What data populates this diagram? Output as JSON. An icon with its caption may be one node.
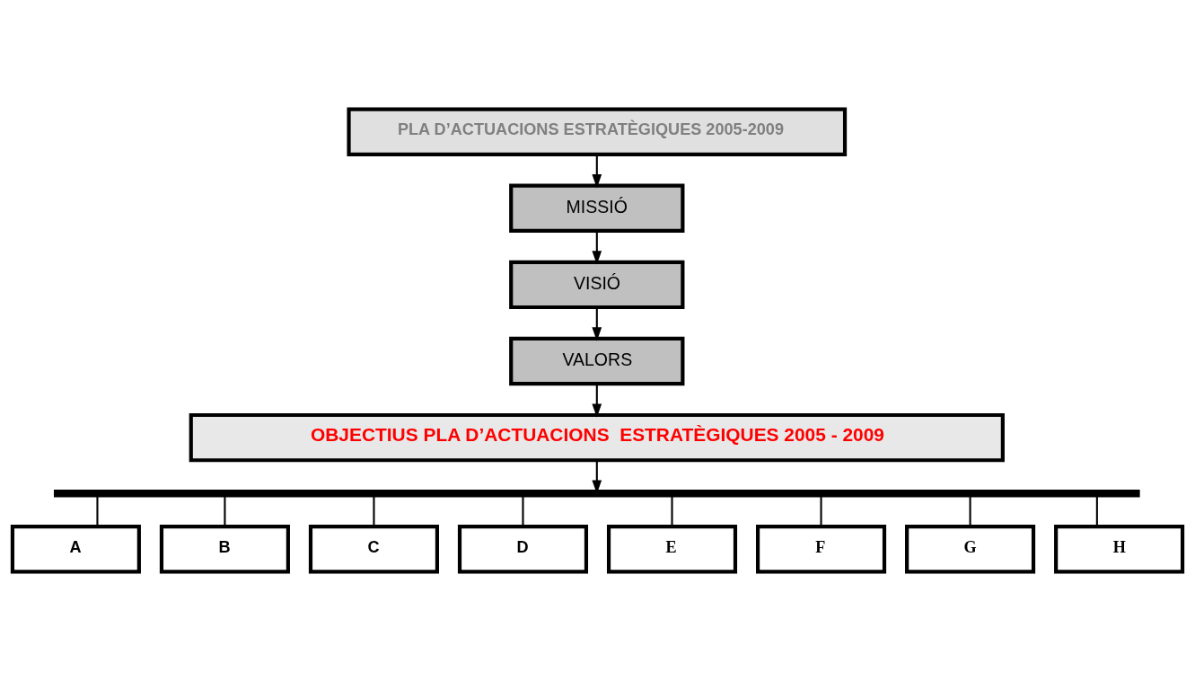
{
  "diagram": {
    "nodes": [
      {
        "text": [
          "PLA D’ACTUACIONS ESTRATÈGIQUES 2005-2009"
        ]
      },
      {
        "text": [
          "MISSIÓ"
        ]
      },
      {
        "text": [
          "VISIÓ"
        ]
      },
      {
        "text": [
          "VALORS"
        ]
      },
      {
        "text": [
          "OBJECTIUS PLA D’ACTUACIONS  ESTRATÈGIQUES 2005 - 2009"
        ]
      },
      {
        "text": [],
        "shape": "bar"
      },
      {
        "text": [
          "A"
        ]
      },
      {
        "text": [
          "B"
        ]
      },
      {
        "text": [
          "C"
        ]
      },
      {
        "text": [
          "D"
        ]
      },
      {
        "text": [
          "E"
        ]
      },
      {
        "text": [
          "F"
        ]
      },
      {
        "text": [
          "G"
        ]
      },
      {
        "text": [
          "H"
        ]
      }
    ],
    "edges": [
      {
        "from": 0,
        "to": 1,
        "arrow": "to"
      },
      {
        "from": 1,
        "to": 2,
        "arrow": "to"
      },
      {
        "from": 2,
        "to": 3,
        "arrow": "to"
      },
      {
        "from": 3,
        "to": 4,
        "arrow": "to"
      },
      {
        "from": 4,
        "to": 5,
        "arrow": "to"
      },
      {
        "from": 5,
        "to": 6,
        "arrow": "none"
      },
      {
        "from": 5,
        "to": 7,
        "arrow": "none"
      },
      {
        "from": 5,
        "to": 8,
        "arrow": "none"
      },
      {
        "from": 5,
        "to": 9,
        "arrow": "none"
      },
      {
        "from": 5,
        "to": 10,
        "arrow": "none"
      },
      {
        "from": 5,
        "to": 11,
        "arrow": "none"
      },
      {
        "from": 5,
        "to": 12,
        "arrow": "none"
      },
      {
        "from": 5,
        "to": 13,
        "arrow": "none"
      }
    ]
  }
}
